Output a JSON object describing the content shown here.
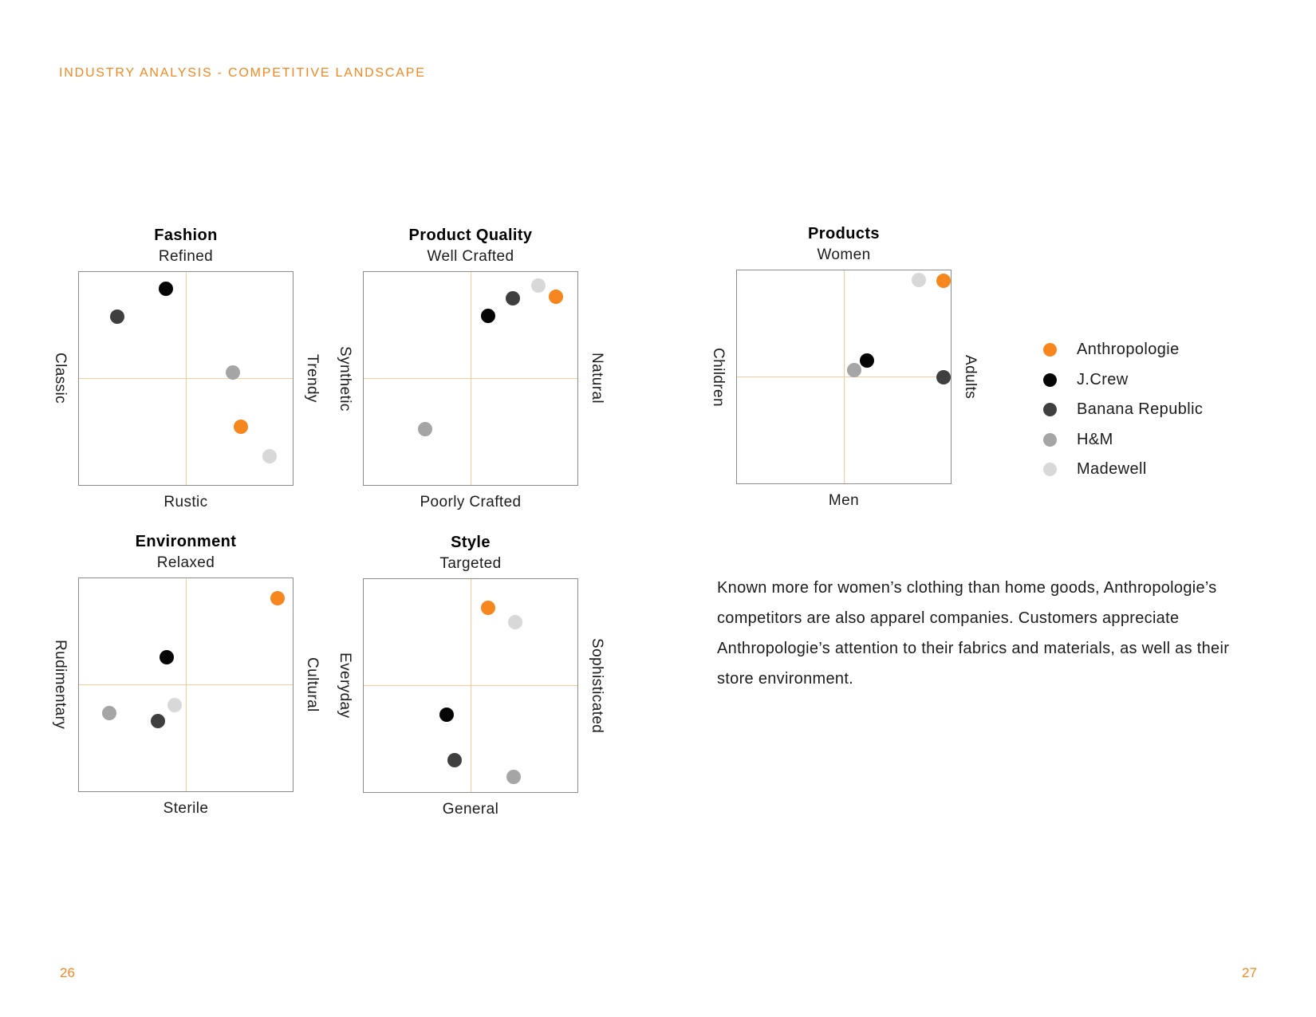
{
  "page": {
    "header": "INDUSTRY ANALYSIS - COMPETITIVE LANDSCAPE",
    "paragraph_lines": [
      "Known more for women’s clothing than home goods, Anthropologie’s",
      "competitors are also apparel companies. Customers appreciate",
      "Anthropologie’s attention to their fabrics and materials, as well as their",
      "store environment."
    ],
    "footer": {
      "left_page_number": "26",
      "right_page_number": "27"
    }
  },
  "colors": {
    "accent_orange": "#F6871F",
    "crosshair_line": "#FACA98",
    "plot_border": "#8C8C8C",
    "body_text": "#1C1C1C",
    "brands": {
      "Anthropologie": "#F6871F",
      "J.Crew": "#050505",
      "Banana Republic": "#3F3F3F",
      "H&M": "#A5A5A5",
      "Madewell": "#D8D8D8"
    }
  },
  "legend": {
    "items": [
      {
        "label": "Anthropologie",
        "color": "#F6871F"
      },
      {
        "label": "J.Crew",
        "color": "#050505"
      },
      {
        "label": "Banana Republic",
        "color": "#3F3F3F"
      },
      {
        "label": "H&M",
        "color": "#A5A5A5"
      },
      {
        "label": "Madewell",
        "color": "#D8D8D8"
      }
    ]
  },
  "chart_data": [
    {
      "type": "scatter",
      "title": "Fashion",
      "axis_labels": {
        "top": "Refined",
        "bottom": "Rustic",
        "left": "Classic",
        "right": "Trendy"
      },
      "axis_range": {
        "x": [
          0,
          1
        ],
        "y": [
          0,
          1
        ]
      },
      "grid": "quadrant-crosshair",
      "points": [
        {
          "brand": "Anthropologie",
          "x": 0.752,
          "y": 0.72
        },
        {
          "brand": "J.Crew",
          "x": 0.404,
          "y": 0.078
        },
        {
          "brand": "Banana Republic",
          "x": 0.178,
          "y": 0.208
        },
        {
          "brand": "H&M",
          "x": 0.715,
          "y": 0.468
        },
        {
          "brand": "Madewell",
          "x": 0.886,
          "y": 0.858
        }
      ]
    },
    {
      "type": "scatter",
      "title": "Product Quality",
      "axis_labels": {
        "top": "Well Crafted",
        "bottom": "Poorly Crafted",
        "left": "Synthetic",
        "right": "Natural"
      },
      "axis_range": {
        "x": [
          0,
          1
        ],
        "y": [
          0,
          1
        ]
      },
      "grid": "quadrant-crosshair",
      "points": [
        {
          "brand": "Anthropologie",
          "x": 0.893,
          "y": 0.114
        },
        {
          "brand": "J.Crew",
          "x": 0.578,
          "y": 0.205
        },
        {
          "brand": "Banana Republic",
          "x": 0.694,
          "y": 0.124
        },
        {
          "brand": "H&M",
          "x": 0.285,
          "y": 0.731
        },
        {
          "brand": "Madewell",
          "x": 0.811,
          "y": 0.064
        }
      ]
    },
    {
      "type": "scatter",
      "title": "Products",
      "axis_labels": {
        "top": "Women",
        "bottom": "Men",
        "left": "Children",
        "right": "Adults"
      },
      "axis_range": {
        "x": [
          0,
          1
        ],
        "y": [
          0,
          1
        ]
      },
      "grid": "quadrant-crosshair",
      "points": [
        {
          "brand": "Anthropologie",
          "x": 0.959,
          "y": 0.05
        },
        {
          "brand": "J.Crew",
          "x": 0.605,
          "y": 0.421
        },
        {
          "brand": "Banana Republic",
          "x": 0.96,
          "y": 0.499
        },
        {
          "brand": "H&M",
          "x": 0.543,
          "y": 0.464
        },
        {
          "brand": "Madewell",
          "x": 0.843,
          "y": 0.046
        }
      ]
    },
    {
      "type": "scatter",
      "title": "Environment",
      "axis_labels": {
        "top": "Relaxed",
        "bottom": "Sterile",
        "left": "Rudimentary",
        "right": "Cultural"
      },
      "axis_range": {
        "x": [
          0,
          1
        ],
        "y": [
          0,
          1
        ]
      },
      "grid": "quadrant-crosshair",
      "points": [
        {
          "brand": "Anthropologie",
          "x": 0.923,
          "y": 0.094
        },
        {
          "brand": "J.Crew",
          "x": 0.406,
          "y": 0.369
        },
        {
          "brand": "Banana Republic",
          "x": 0.368,
          "y": 0.665
        },
        {
          "brand": "H&M",
          "x": 0.141,
          "y": 0.627
        },
        {
          "brand": "Madewell",
          "x": 0.445,
          "y": 0.592
        }
      ]
    },
    {
      "type": "scatter",
      "title": "Style",
      "axis_labels": {
        "top": "Targeted",
        "bottom": "General",
        "left": "Everyday",
        "right": "Sophisticated"
      },
      "axis_range": {
        "x": [
          0,
          1
        ],
        "y": [
          0,
          1
        ]
      },
      "grid": "quadrant-crosshair",
      "points": [
        {
          "brand": "Anthropologie",
          "x": 0.577,
          "y": 0.133
        },
        {
          "brand": "J.Crew",
          "x": 0.385,
          "y": 0.633
        },
        {
          "brand": "Banana Republic",
          "x": 0.422,
          "y": 0.844
        },
        {
          "brand": "H&M",
          "x": 0.696,
          "y": 0.922
        },
        {
          "brand": "Madewell",
          "x": 0.704,
          "y": 0.201
        }
      ]
    }
  ]
}
